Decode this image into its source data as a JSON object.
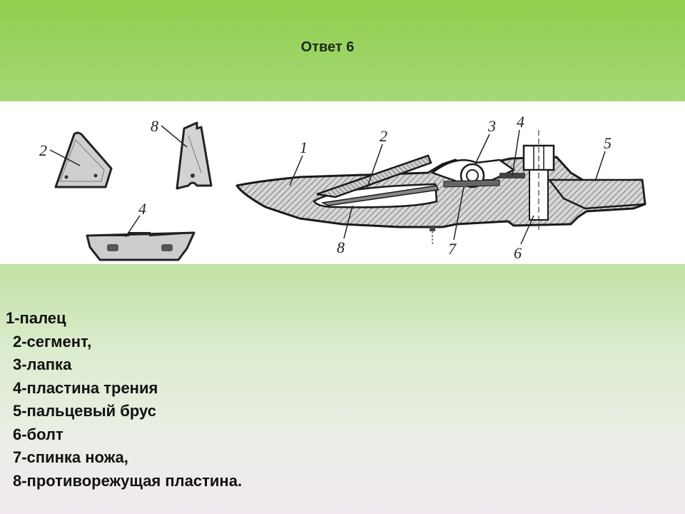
{
  "slide": {
    "title": "Ответ 6"
  },
  "figure": {
    "callouts": {
      "c1": "1",
      "c2a": "2",
      "c2b": "2",
      "c3": "3",
      "c4a": "4",
      "c4b": "4",
      "c5": "5",
      "c6": "6",
      "c7": "7",
      "c8a": "8",
      "c8b": "8"
    }
  },
  "legend": {
    "items": [
      "1-палец",
      "2-сегмент,",
      "3-лапка",
      "4-пластина трения",
      "5-пальцевый брус",
      "6-болт",
      "7-спинка ножа,",
      "8-противорежущая пластина."
    ]
  },
  "colors": {
    "header_green": "#8fcf4e",
    "drawing_ink": "#1a1a1a",
    "hatch_gray": "#9a9a9a"
  }
}
